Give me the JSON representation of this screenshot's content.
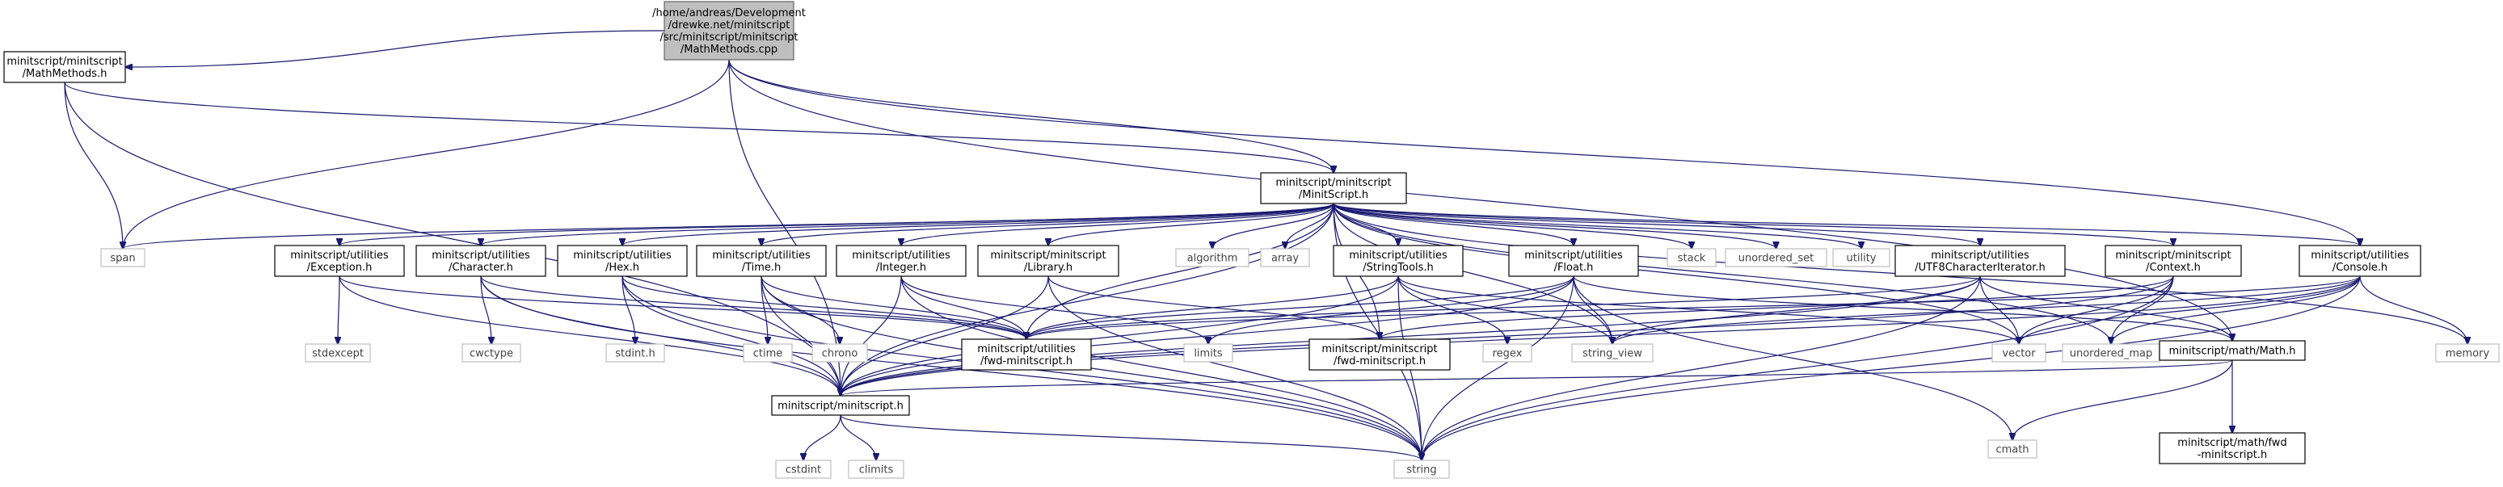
{
  "graph": {
    "nodes": [
      {
        "id": "root",
        "kind": "root",
        "lines": [
          "/home/andreas/Development",
          "/drewke.net/minitscript",
          "/src/minitscript/minitscript",
          "/MathMethods.cpp"
        ]
      },
      {
        "id": "mathmethods_h",
        "kind": "file",
        "lines": [
          "minitscript/minitscript",
          "/MathMethods.h"
        ]
      },
      {
        "id": "minitscript_h",
        "kind": "file",
        "lines": [
          "minitscript/minitscript",
          "/MinitScript.h"
        ]
      },
      {
        "id": "span",
        "kind": "system",
        "lines": [
          "span"
        ]
      },
      {
        "id": "exception_h",
        "kind": "file",
        "lines": [
          "minitscript/utilities",
          "/Exception.h"
        ]
      },
      {
        "id": "character_h",
        "kind": "file",
        "lines": [
          "minitscript/utilities",
          "/Character.h"
        ]
      },
      {
        "id": "hex_h",
        "kind": "file",
        "lines": [
          "minitscript/utilities",
          "/Hex.h"
        ]
      },
      {
        "id": "time_h",
        "kind": "file",
        "lines": [
          "minitscript/utilities",
          "/Time.h"
        ]
      },
      {
        "id": "integer_h",
        "kind": "file",
        "lines": [
          "minitscript/utilities",
          "/Integer.h"
        ]
      },
      {
        "id": "library_h",
        "kind": "file",
        "lines": [
          "minitscript/minitscript",
          "/Library.h"
        ]
      },
      {
        "id": "algorithm",
        "kind": "system",
        "lines": [
          "algorithm"
        ]
      },
      {
        "id": "array",
        "kind": "system",
        "lines": [
          "array"
        ]
      },
      {
        "id": "stringtools_h",
        "kind": "file",
        "lines": [
          "minitscript/utilities",
          "/StringTools.h"
        ]
      },
      {
        "id": "float_h",
        "kind": "file",
        "lines": [
          "minitscript/utilities",
          "/Float.h"
        ]
      },
      {
        "id": "stack",
        "kind": "system",
        "lines": [
          "stack"
        ]
      },
      {
        "id": "unordered_set",
        "kind": "system",
        "lines": [
          "unordered_set"
        ]
      },
      {
        "id": "utility",
        "kind": "system",
        "lines": [
          "utility"
        ]
      },
      {
        "id": "utf8_h",
        "kind": "file",
        "lines": [
          "minitscript/utilities",
          "/UTF8CharacterIterator.h"
        ]
      },
      {
        "id": "context_h",
        "kind": "file",
        "lines": [
          "minitscript/minitscript",
          "/Context.h"
        ]
      },
      {
        "id": "console_h",
        "kind": "file",
        "lines": [
          "minitscript/utilities",
          "/Console.h"
        ]
      },
      {
        "id": "stdexcept",
        "kind": "system",
        "lines": [
          "stdexcept"
        ]
      },
      {
        "id": "cwctype",
        "kind": "system",
        "lines": [
          "cwctype"
        ]
      },
      {
        "id": "stdint_h",
        "kind": "system",
        "lines": [
          "stdint.h"
        ]
      },
      {
        "id": "ctime",
        "kind": "system",
        "lines": [
          "ctime"
        ]
      },
      {
        "id": "chrono",
        "kind": "system",
        "lines": [
          "chrono"
        ]
      },
      {
        "id": "fwd_util_h",
        "kind": "file",
        "lines": [
          "minitscript/utilities",
          "/fwd-minitscript.h"
        ]
      },
      {
        "id": "limits",
        "kind": "system",
        "lines": [
          "limits"
        ]
      },
      {
        "id": "fwd_mini_h",
        "kind": "file",
        "lines": [
          "minitscript/minitscript",
          "/fwd-minitscript.h"
        ]
      },
      {
        "id": "regex",
        "kind": "system",
        "lines": [
          "regex"
        ]
      },
      {
        "id": "string_view",
        "kind": "system",
        "lines": [
          "string_view"
        ]
      },
      {
        "id": "vector",
        "kind": "system",
        "lines": [
          "vector"
        ]
      },
      {
        "id": "unordered_map",
        "kind": "system",
        "lines": [
          "unordered_map"
        ]
      },
      {
        "id": "math_h",
        "kind": "file",
        "lines": [
          "minitscript/math/Math.h"
        ]
      },
      {
        "id": "memory",
        "kind": "system",
        "lines": [
          "memory"
        ]
      },
      {
        "id": "minitscript_core_h",
        "kind": "file",
        "lines": [
          "minitscript/minitscript.h"
        ]
      },
      {
        "id": "cmath",
        "kind": "system",
        "lines": [
          "cmath"
        ]
      },
      {
        "id": "math_fwd_h",
        "kind": "file",
        "lines": [
          "minitscript/math/fwd",
          "-minitscript.h"
        ]
      },
      {
        "id": "cstdint",
        "kind": "system",
        "lines": [
          "cstdint"
        ]
      },
      {
        "id": "climits",
        "kind": "system",
        "lines": [
          "climits"
        ]
      },
      {
        "id": "string",
        "kind": "system",
        "lines": [
          "string"
        ]
      }
    ],
    "edges": [
      [
        "root",
        "mathmethods_h"
      ],
      [
        "root",
        "span"
      ],
      [
        "root",
        "minitscript_h"
      ],
      [
        "root",
        "minitscript_core_h"
      ],
      [
        "root",
        "console_h"
      ],
      [
        "root",
        "math_h"
      ],
      [
        "mathmethods_h",
        "minitscript_h"
      ],
      [
        "mathmethods_h",
        "span"
      ],
      [
        "mathmethods_h",
        "minitscript_core_h"
      ],
      [
        "minitscript_h",
        "span"
      ],
      [
        "minitscript_h",
        "exception_h"
      ],
      [
        "minitscript_h",
        "character_h"
      ],
      [
        "minitscript_h",
        "hex_h"
      ],
      [
        "minitscript_h",
        "time_h"
      ],
      [
        "minitscript_h",
        "integer_h"
      ],
      [
        "minitscript_h",
        "library_h"
      ],
      [
        "minitscript_h",
        "algorithm"
      ],
      [
        "minitscript_h",
        "array"
      ],
      [
        "minitscript_h",
        "stringtools_h"
      ],
      [
        "minitscript_h",
        "float_h"
      ],
      [
        "minitscript_h",
        "stack"
      ],
      [
        "minitscript_h",
        "unordered_set"
      ],
      [
        "minitscript_h",
        "utility"
      ],
      [
        "minitscript_h",
        "utf8_h"
      ],
      [
        "minitscript_h",
        "context_h"
      ],
      [
        "minitscript_h",
        "console_h"
      ],
      [
        "minitscript_h",
        "memory"
      ],
      [
        "minitscript_h",
        "string"
      ],
      [
        "minitscript_h",
        "minitscript_core_h"
      ],
      [
        "minitscript_h",
        "fwd_util_h"
      ],
      [
        "minitscript_h",
        "fwd_mini_h"
      ],
      [
        "minitscript_h",
        "string_view"
      ],
      [
        "minitscript_h",
        "vector"
      ],
      [
        "minitscript_h",
        "unordered_map"
      ],
      [
        "exception_h",
        "stdexcept"
      ],
      [
        "exception_h",
        "fwd_util_h"
      ],
      [
        "exception_h",
        "minitscript_core_h"
      ],
      [
        "character_h",
        "cwctype"
      ],
      [
        "character_h",
        "fwd_util_h"
      ],
      [
        "character_h",
        "minitscript_core_h"
      ],
      [
        "character_h",
        "string"
      ],
      [
        "hex_h",
        "stdint_h"
      ],
      [
        "hex_h",
        "fwd_util_h"
      ],
      [
        "hex_h",
        "minitscript_core_h"
      ],
      [
        "hex_h",
        "string"
      ],
      [
        "time_h",
        "ctime"
      ],
      [
        "time_h",
        "chrono"
      ],
      [
        "time_h",
        "fwd_util_h"
      ],
      [
        "time_h",
        "minitscript_core_h"
      ],
      [
        "time_h",
        "string"
      ],
      [
        "integer_h",
        "fwd_util_h"
      ],
      [
        "integer_h",
        "minitscript_core_h"
      ],
      [
        "integer_h",
        "limits"
      ],
      [
        "integer_h",
        "string"
      ],
      [
        "library_h",
        "fwd_mini_h"
      ],
      [
        "library_h",
        "minitscript_core_h"
      ],
      [
        "library_h",
        "string"
      ],
      [
        "stringtools_h",
        "regex"
      ],
      [
        "stringtools_h",
        "fwd_util_h"
      ],
      [
        "stringtools_h",
        "minitscript_core_h"
      ],
      [
        "stringtools_h",
        "string_view"
      ],
      [
        "stringtools_h",
        "vector"
      ],
      [
        "stringtools_h",
        "string"
      ],
      [
        "float_h",
        "limits"
      ],
      [
        "float_h",
        "fwd_util_h"
      ],
      [
        "float_h",
        "minitscript_core_h"
      ],
      [
        "float_h",
        "string_view"
      ],
      [
        "float_h",
        "string"
      ],
      [
        "float_h",
        "cmath"
      ],
      [
        "float_h",
        "math_h"
      ],
      [
        "utf8_h",
        "fwd_util_h"
      ],
      [
        "utf8_h",
        "minitscript_core_h"
      ],
      [
        "utf8_h",
        "string_view"
      ],
      [
        "utf8_h",
        "vector"
      ],
      [
        "utf8_h",
        "string"
      ],
      [
        "utf8_h",
        "math_h"
      ],
      [
        "context_h",
        "fwd_mini_h"
      ],
      [
        "context_h",
        "minitscript_core_h"
      ],
      [
        "context_h",
        "string"
      ],
      [
        "context_h",
        "vector"
      ],
      [
        "context_h",
        "unordered_map"
      ],
      [
        "console_h",
        "fwd_util_h"
      ],
      [
        "console_h",
        "minitscript_core_h"
      ],
      [
        "console_h",
        "memory"
      ],
      [
        "console_h",
        "string"
      ],
      [
        "console_h",
        "string_view"
      ],
      [
        "console_h",
        "vector"
      ],
      [
        "console_h",
        "unordered_map"
      ],
      [
        "math_h",
        "minitscript_core_h"
      ],
      [
        "math_h",
        "cmath"
      ],
      [
        "math_h",
        "math_fwd_h"
      ],
      [
        "minitscript_core_h",
        "cstdint"
      ],
      [
        "minitscript_core_h",
        "climits"
      ],
      [
        "minitscript_core_h",
        "string"
      ]
    ]
  }
}
